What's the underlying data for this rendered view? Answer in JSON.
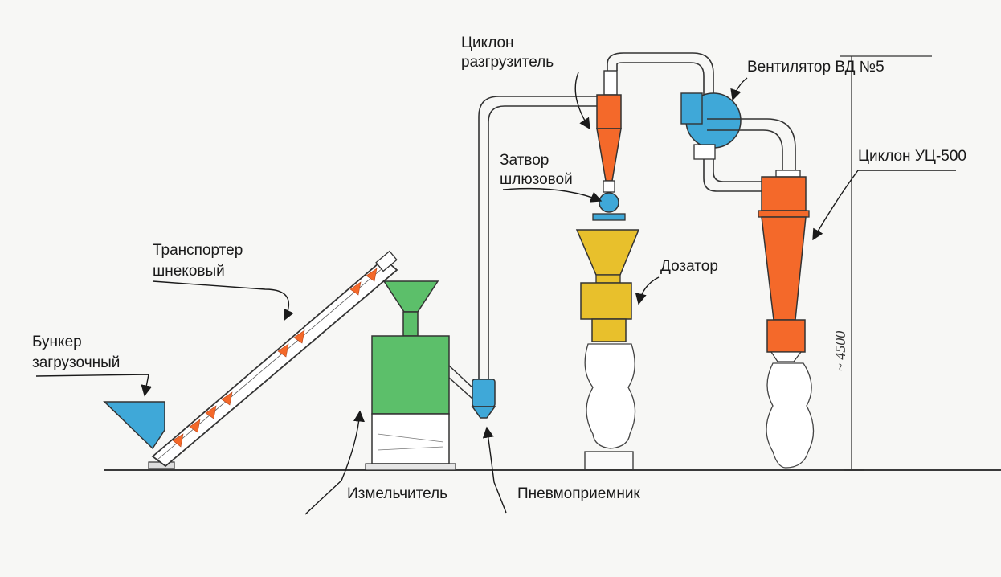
{
  "labels": {
    "bunker_line1": "Бункер",
    "bunker_line2": "загрузочный",
    "screw_line1": "Транспортер",
    "screw_line2": "шнековый",
    "grinder": "Измельчитель",
    "pneumo": "Пневмоприемник",
    "cyclone_unloader_line1": "Циклон",
    "cyclone_unloader_line2": "разгрузитель",
    "sluice_line1": "Затвор",
    "sluice_line2": "шлюзовой",
    "doser": "Дозатор",
    "fan": "Вентилятор ВД №5",
    "cyclone_uc": "Циклон УЦ-500"
  },
  "dimension": "~ 4500",
  "colors": {
    "blue": "#3fa8d8",
    "green": "#5cbf6a",
    "orange": "#f4692a",
    "yellow": "#e8c02c",
    "line": "#3a3a3a",
    "paper": "#f7f7f5"
  }
}
